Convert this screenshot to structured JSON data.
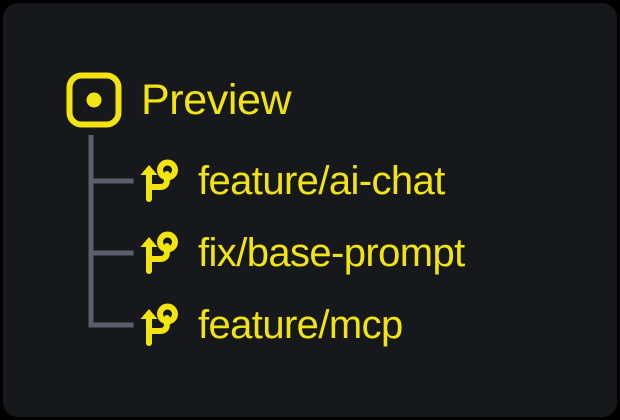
{
  "theme": {
    "page_background": "#000000",
    "panel_background": "#17181C",
    "accent_yellow": "#F2E313",
    "connector_gray": "#5A5F6B"
  },
  "header": {
    "title": "Preview",
    "icon": "preview-square-dot-icon"
  },
  "tree": {
    "connector_style": "vertical-spine-with-ticks",
    "branches": [
      {
        "label": "feature/ai-chat",
        "icon": "git-branch-icon"
      },
      {
        "label": "fix/base-prompt",
        "icon": "git-branch-icon"
      },
      {
        "label": "feature/mcp",
        "icon": "git-branch-icon"
      }
    ]
  }
}
